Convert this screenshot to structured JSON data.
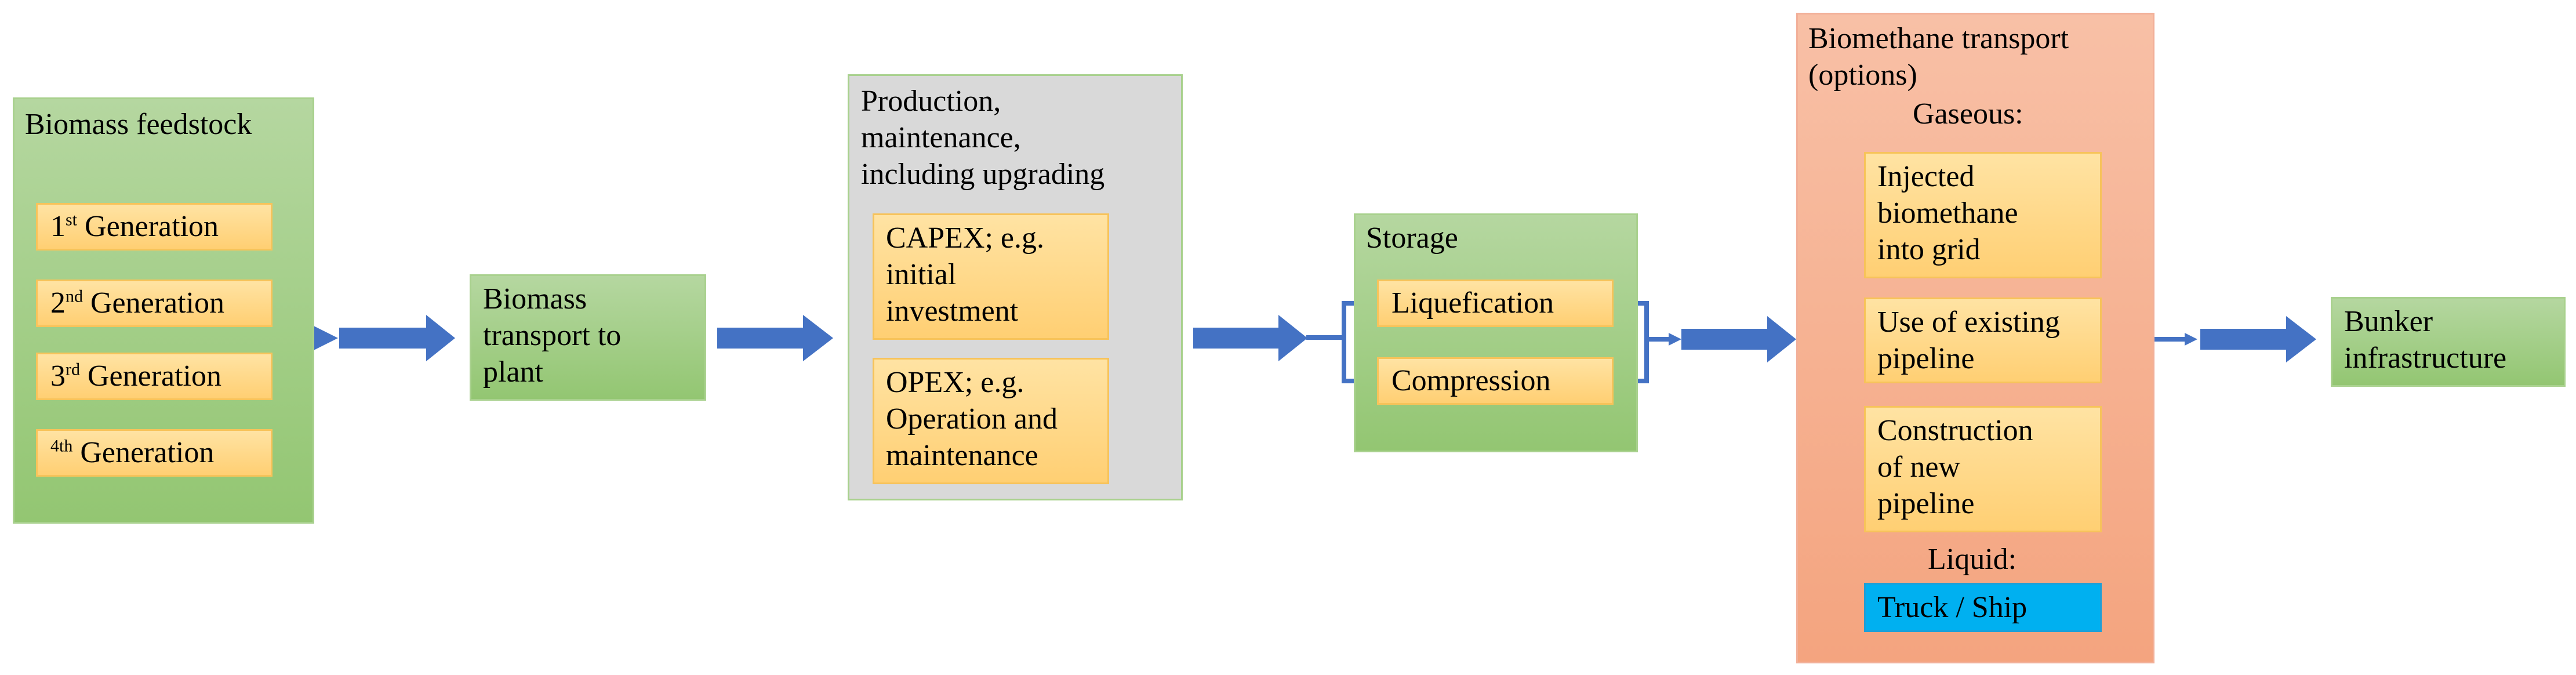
{
  "biomass_feedstock": {
    "title": "Biomass feedstock",
    "items": [
      {
        "sup": "st",
        "prefix": "1",
        "text": " Generation"
      },
      {
        "sup": "nd",
        "prefix": "2",
        "text": " Generation"
      },
      {
        "sup": "rd",
        "prefix": "3",
        "text": " Generation"
      },
      {
        "sup": "4th",
        "prefix": "",
        "text": " Generation"
      }
    ]
  },
  "transport_to_plant": {
    "lines": [
      "Biomass",
      "transport to",
      "plant"
    ]
  },
  "production": {
    "title_lines": [
      "Production,",
      "maintenance,",
      "including upgrading"
    ],
    "capex_lines": [
      "CAPEX; e.g.",
      "initial",
      "investment"
    ],
    "opex_lines": [
      "OPEX; e.g.",
      "Operation and",
      "maintenance"
    ]
  },
  "storage": {
    "title": "Storage",
    "items": [
      "Liquefication",
      "Compression"
    ]
  },
  "biomethane_transport": {
    "title_lines": [
      "Biomethane transport",
      "(options)"
    ],
    "gaseous_label": "Gaseous:",
    "gaseous_items": [
      [
        "Injected",
        "biomethane",
        "into grid"
      ],
      [
        "Use of existing",
        "pipeline"
      ],
      [
        "Construction",
        "of new",
        "pipeline"
      ]
    ],
    "liquid_label": "Liquid:",
    "liquid_item": "Truck / Ship"
  },
  "bunker": {
    "lines": [
      "Bunker",
      "infrastructure"
    ]
  },
  "colors": {
    "arrow": "#4472c4",
    "green": "#a9d18e",
    "orange": "#f4b183",
    "yellow": "#ffd966",
    "blue": "#00b0f0"
  }
}
